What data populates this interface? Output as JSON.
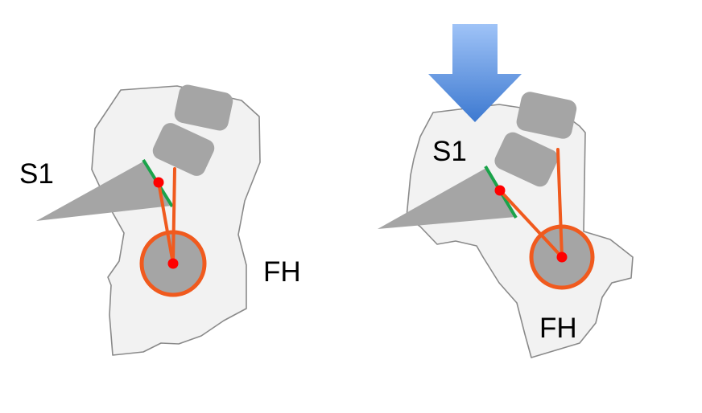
{
  "colors": {
    "outline_fill": "#f2f2f2",
    "outline_stroke": "#8a8a8a",
    "block_fill": "#a5a5a5",
    "lever_orange": "#f05a1e",
    "joint_red": "#ff0000",
    "segment_green": "#1aa34a",
    "arrow_light": "#9fc3f7",
    "arrow_dark": "#3d79d0"
  },
  "left_panel": {
    "label_s1": "S1",
    "label_fh": "FH"
  },
  "right_panel": {
    "label_s1": "S1",
    "label_fh": "FH",
    "arrow_icon": "down-arrow-icon"
  }
}
